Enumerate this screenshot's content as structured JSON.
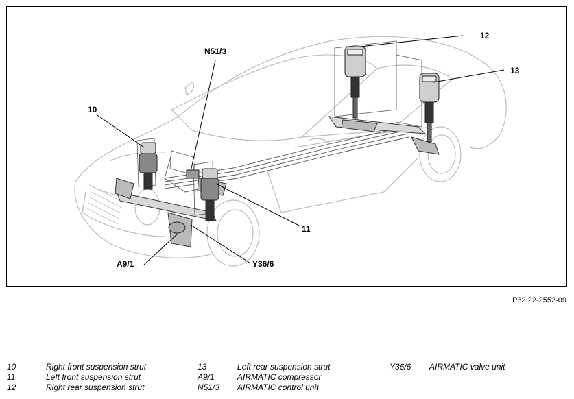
{
  "callouts": {
    "c10": "10",
    "c11": "11",
    "c12": "12",
    "c13": "13",
    "n51_3": "N51/3",
    "a9_1": "A9/1",
    "y36_6": "Y36/6"
  },
  "figure_ref": "P32.22-2552-09",
  "legend": [
    {
      "code": "10",
      "label": "Right front suspension strut"
    },
    {
      "code": "11",
      "label": "Left front suspension strut"
    },
    {
      "code": "12",
      "label": "Right rear suspension strut"
    },
    {
      "code": "13",
      "label": "Left rear suspension strut"
    },
    {
      "code": "A9/1",
      "label": "AIRMATIC compressor"
    },
    {
      "code": "N51/3",
      "label": "AIRMATIC control unit"
    },
    {
      "code": "Y36/6",
      "label": "AIRMATIC valve unit"
    }
  ]
}
